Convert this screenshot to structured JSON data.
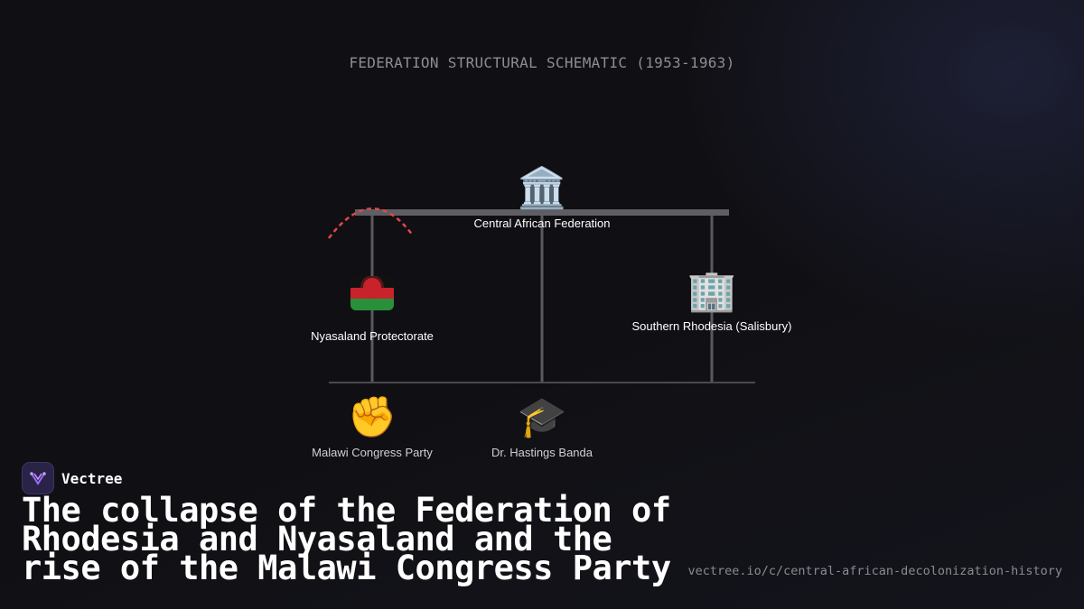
{
  "schematic_title": "FEDERATION STRUCTURAL SCHEMATIC (1953-1963)",
  "nodes": {
    "federation": {
      "label": "Central African Federation",
      "icon": "classical-building-icon",
      "glyph": "🏛️"
    },
    "nyasaland": {
      "label": "Nyasaland Protectorate",
      "icon": "malawi-flag-icon"
    },
    "rhodesia": {
      "label": "Southern Rhodesia (Salisbury)",
      "icon": "office-building-icon",
      "glyph": "🏢"
    },
    "mcp": {
      "label": "Malawi Congress Party",
      "icon": "raised-fist-icon",
      "glyph": "✊"
    },
    "banda": {
      "label": "Dr. Hastings Banda",
      "icon": "graduation-cap-icon",
      "glyph": "🎓"
    }
  },
  "colors": {
    "background": "#101014",
    "connector": "#5a5a5e",
    "breakaway_arc": "#e0484c",
    "title_text": "#8d8d92",
    "accent": "#8a5cf0"
  },
  "brand": {
    "name": "Vectree",
    "icon": "vectree-logo-icon"
  },
  "headline": "The collapse of the Federation of Rhodesia and Nyasaland and the rise of the Malawi Congress Party",
  "source_url": "vectree.io/c/central-african-decolonization-history"
}
